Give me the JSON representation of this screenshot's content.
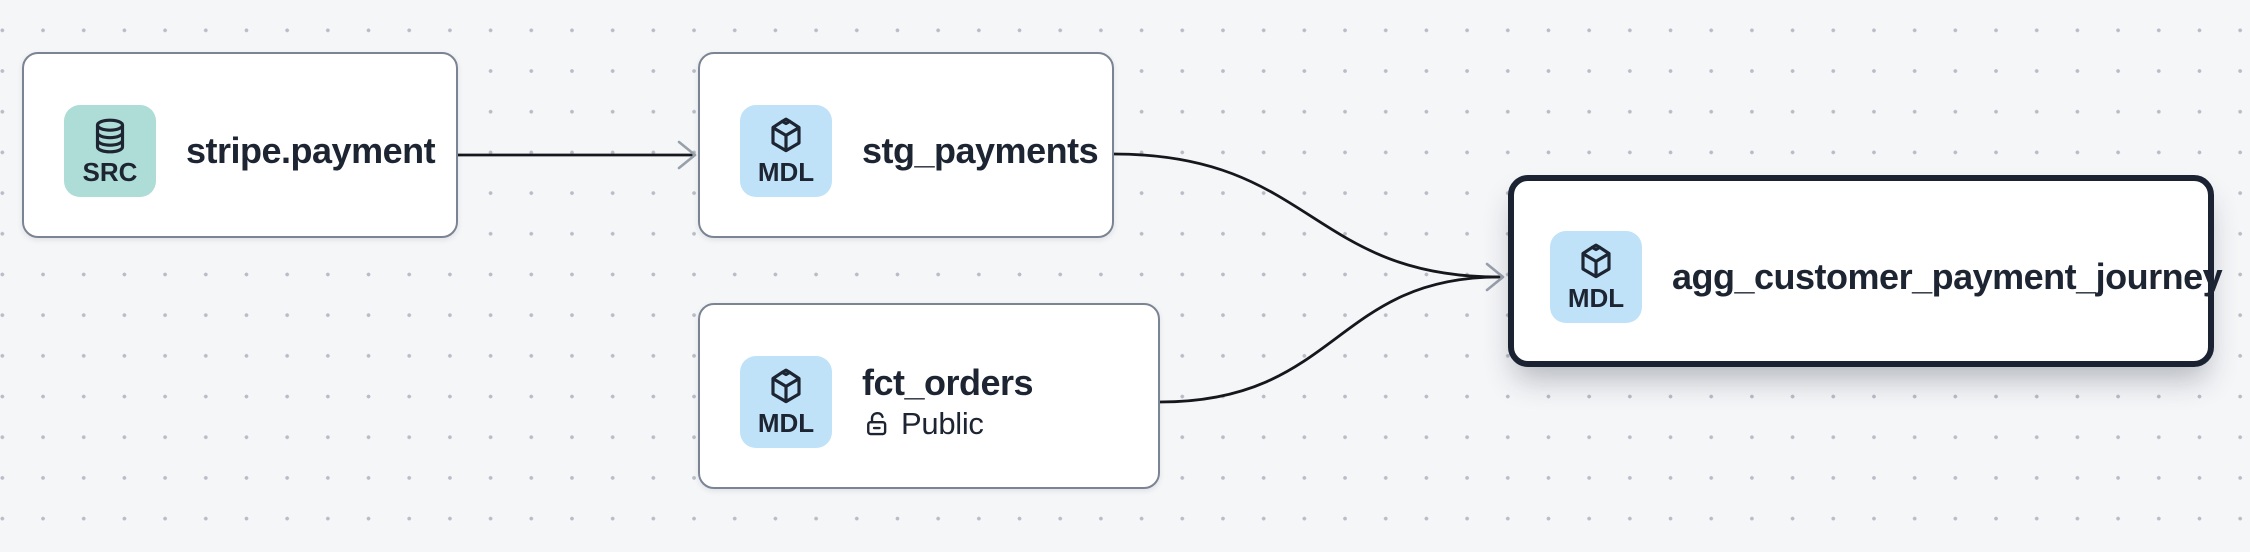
{
  "app": {
    "view": "data-lineage-graph"
  },
  "colors": {
    "canvas_background": "#f5f6f8",
    "canvas_dot": "#b8bcc6",
    "node_background": "#ffffff",
    "node_border": "#7b8494",
    "selected_node_border": "#1b2333",
    "src_badge_background": "#aedcd6",
    "mdl_badge_background": "#bfe2f8",
    "text": "#1d2432",
    "edge_stroke": "#15171c",
    "arrowhead_stroke": "#98a0ab"
  },
  "nodes": [
    {
      "id": "stripe.payment",
      "label": "stripe.payment",
      "badge": "SRC",
      "type": "source",
      "icon": "database-icon",
      "selected": false
    },
    {
      "id": "stg_payments",
      "label": "stg_payments",
      "badge": "MDL",
      "type": "model",
      "icon": "cube-icon",
      "selected": false
    },
    {
      "id": "fct_orders",
      "label": "fct_orders",
      "badge": "MDL",
      "type": "model",
      "icon": "cube-icon",
      "access": "Public",
      "access_icon": "lock-open-icon",
      "selected": false
    },
    {
      "id": "agg_customer_payment_journey",
      "label": "agg_customer_payment_journey",
      "badge": "MDL",
      "type": "model",
      "icon": "cube-icon",
      "selected": true
    }
  ],
  "edges": [
    {
      "source": "stripe.payment",
      "target": "stg_payments"
    },
    {
      "source": "stg_payments",
      "target": "agg_customer_payment_journey"
    },
    {
      "source": "fct_orders",
      "target": "agg_customer_payment_journey"
    }
  ]
}
